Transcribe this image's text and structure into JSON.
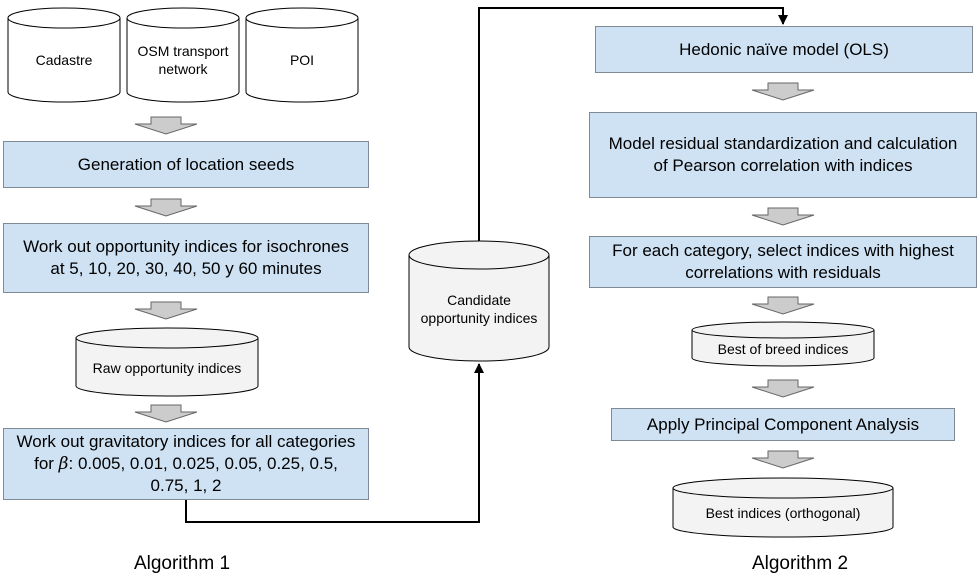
{
  "algorithm_1": {
    "label": "Algorithm 1",
    "sources": [
      "Cadastre",
      "OSM transport network",
      "POI"
    ],
    "step_seeds": "Generation of location seeds",
    "step_isochrones": "Work out opportunity indices for isochrones at 5, 10, 20, 30, 40, 50 y 60 minutes",
    "store_raw": "Raw opportunity indices",
    "step_gravitatory_prefix": "Work out gravitatory indices for all categories for ",
    "step_gravitatory_symbol": "β",
    "step_gravitatory_suffix": ": 0.005, 0.01, 0.025, 0.05, 0.25, 0.5, 0.75, 1, 2"
  },
  "candidate_store": "Candidate opportunity indices",
  "algorithm_2": {
    "label": "Algorithm 2",
    "step_ols": "Hedonic naïve model (OLS)",
    "step_residual": "Model residual standardization and calculation of Pearson correlation with indices",
    "step_select": "For each category, select indices with highest correlations with residuals",
    "store_best_breed": "Best of breed indices",
    "step_pca": "Apply Principal Component Analysis",
    "store_orthogonal": "Best indices (orthogonal)"
  },
  "colors": {
    "box_fill": "#cfe2f3",
    "cylinder_fill": "#f3f3f3",
    "arrow_fill": "#cccccc"
  }
}
